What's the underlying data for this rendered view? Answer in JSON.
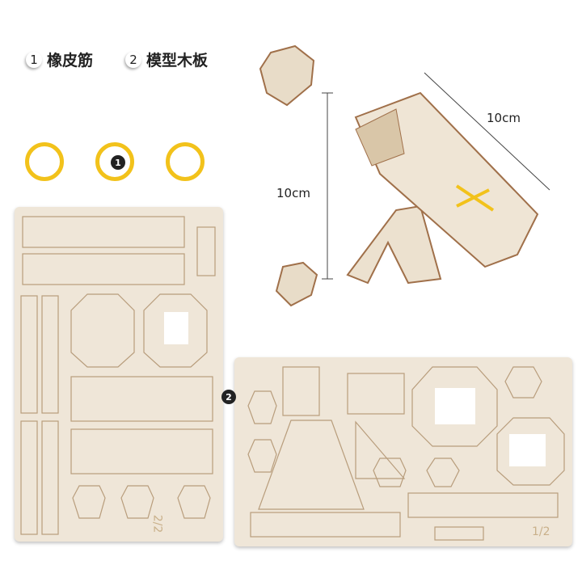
{
  "legend": [
    {
      "num": "1",
      "label": "橡皮筋"
    },
    {
      "num": "2",
      "label": "模型木板"
    }
  ],
  "markers": {
    "rubber_band": "1",
    "board": "2"
  },
  "dimensions": {
    "length": "10cm",
    "height": "10cm"
  },
  "boards": [
    {
      "page": "2/2"
    },
    {
      "page": "1/2"
    }
  ],
  "colors": {
    "rubber_band": "#f2c21b",
    "wood": "#efe6d8",
    "edge": "#a0704a"
  }
}
